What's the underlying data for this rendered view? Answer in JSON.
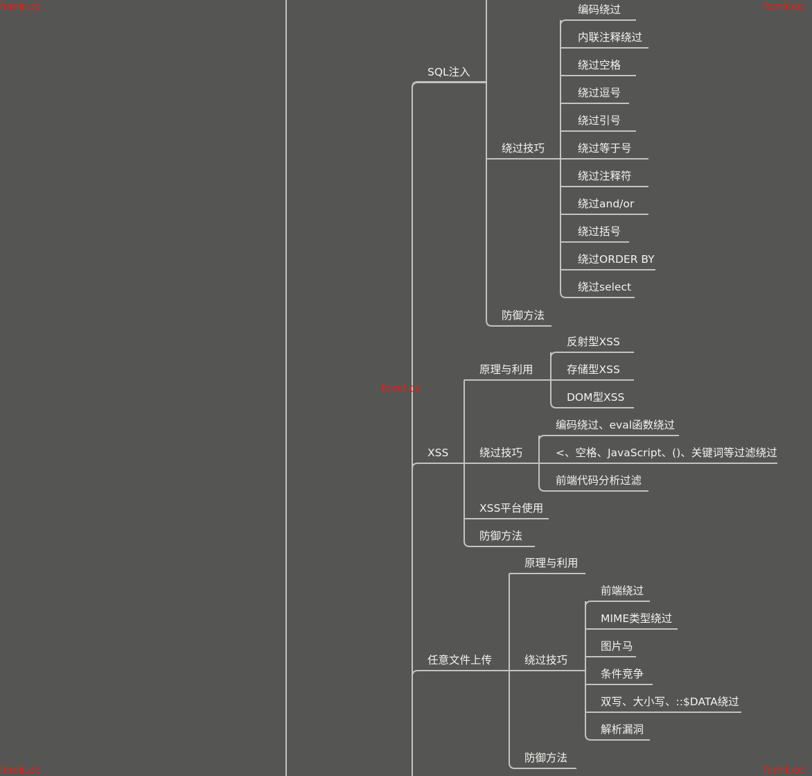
{
  "theme": {
    "background": "#555653",
    "line": "#c4c4c0",
    "text": "#f2f2ef",
    "watermark": "#e0201a"
  },
  "watermarks": {
    "top_left": "fcmit.cc",
    "top_right": "fcmit.cc",
    "center": "fcmit.cc",
    "bottom_left": "fcmit.cc",
    "bottom_right": "fcmit.cc"
  },
  "mindmap": {
    "branches": [
      {
        "label": "SQL注入",
        "children": [
          {
            "label": "绕过技巧",
            "children": [
              {
                "label": "编码绕过"
              },
              {
                "label": "内联注释绕过"
              },
              {
                "label": "绕过空格"
              },
              {
                "label": "绕过逗号"
              },
              {
                "label": "绕过引号"
              },
              {
                "label": "绕过等于号"
              },
              {
                "label": "绕过注释符"
              },
              {
                "label": "绕过and/or"
              },
              {
                "label": "绕过括号"
              },
              {
                "label": "绕过ORDER BY"
              },
              {
                "label": "绕过select"
              }
            ]
          },
          {
            "label": "防御方法"
          }
        ]
      },
      {
        "label": "XSS",
        "children": [
          {
            "label": "原理与利用",
            "children": [
              {
                "label": "反射型XSS"
              },
              {
                "label": "存储型XSS"
              },
              {
                "label": "DOM型XSS"
              }
            ]
          },
          {
            "label": "绕过技巧",
            "children": [
              {
                "label": "编码绕过、eval函数绕过"
              },
              {
                "label": "<、空格、JavaScript、()、关键词等过滤绕过"
              },
              {
                "label": "前端代码分析过滤"
              }
            ]
          },
          {
            "label": "XSS平台使用"
          },
          {
            "label": "防御方法"
          }
        ]
      },
      {
        "label": "任意文件上传",
        "children": [
          {
            "label": "原理与利用"
          },
          {
            "label": "绕过技巧",
            "children": [
              {
                "label": "前端绕过"
              },
              {
                "label": "MIME类型绕过"
              },
              {
                "label": "图片马"
              },
              {
                "label": "条件竞争"
              },
              {
                "label": "双写、大小写、::$DATA绕过"
              },
              {
                "label": "解析漏洞"
              }
            ]
          },
          {
            "label": "防御方法"
          }
        ]
      }
    ]
  }
}
